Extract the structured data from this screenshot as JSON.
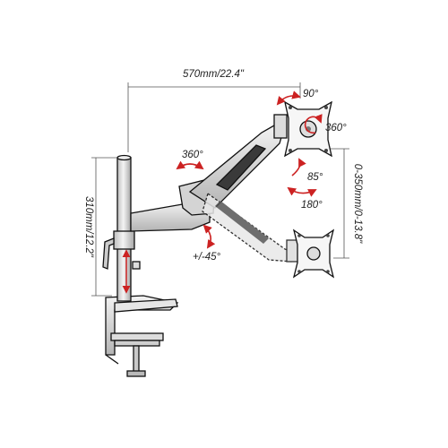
{
  "diagram": {
    "dimensions": {
      "arm_reach": "570mm/22.4\"",
      "pole_height": "310mm/12.2\"",
      "height_range": "0-350mm/0-13.8\""
    },
    "rotations": {
      "head_pan": "90°",
      "head_rotate": "360°",
      "arm_swivel": "360°",
      "tilt_up": "85°",
      "tilt_down": "180°",
      "elbow_tilt": "+/-45°"
    },
    "colors": {
      "arrow": "#cc2222",
      "line": "#111111",
      "metal": "#d9d9d9"
    }
  }
}
